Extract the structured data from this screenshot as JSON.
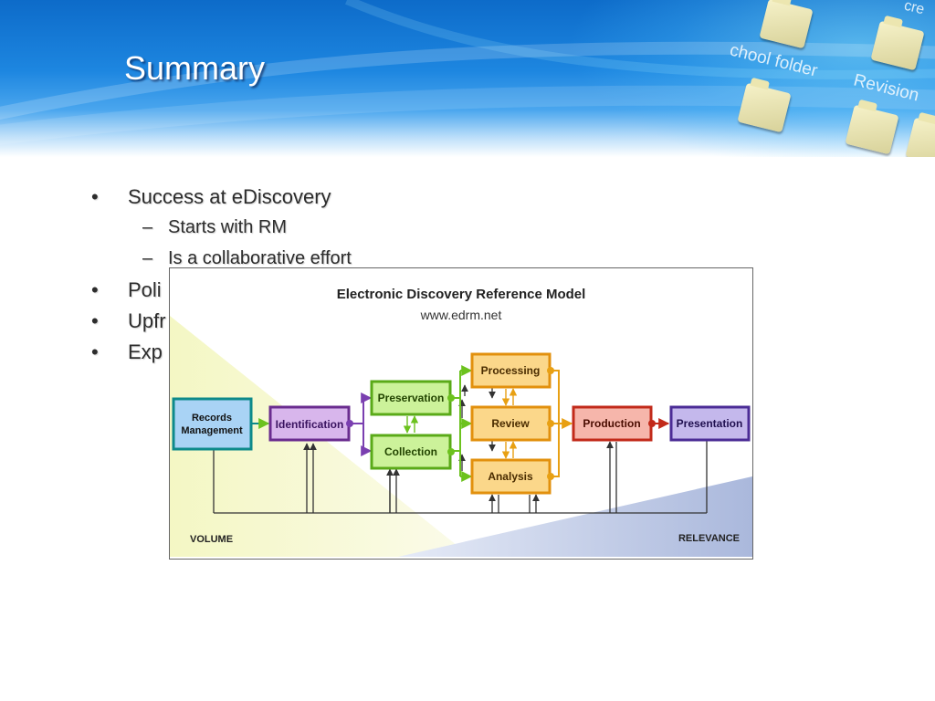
{
  "slide": {
    "title": "Summary",
    "bullets": [
      {
        "level": 1,
        "text": "Success at eDiscovery"
      },
      {
        "level": 2,
        "text": "Starts with RM"
      },
      {
        "level": 2,
        "text": "Is a collaborative effort"
      },
      {
        "level": 1,
        "text": "Poli"
      },
      {
        "level": 1,
        "text": "Upfr"
      },
      {
        "level": 1,
        "text": "Exp"
      }
    ],
    "bullet_marks": {
      "level1": "•",
      "level2": "–"
    }
  },
  "header_decor": {
    "labels": [
      "chool folder",
      "Revision",
      "cre"
    ],
    "icons": [
      "folder-icon",
      "folder-icon",
      "folder-icon",
      "folder-icon",
      "folder-icon"
    ]
  },
  "diagram": {
    "title": "Electronic Discovery Reference Model",
    "url": "www.edrm.net",
    "nodes": {
      "records": [
        "Records",
        "Management"
      ],
      "identification": "Identification",
      "preservation": "Preservation",
      "collection": "Collection",
      "processing": "Processing",
      "review": "Review",
      "analysis": "Analysis",
      "production": "Production",
      "presentation": "Presentation"
    },
    "axis": {
      "left": "VOLUME",
      "right": "RELEVANCE"
    },
    "colors": {
      "records_fill": "#a9d3f5",
      "records_border": "#0d8a8a",
      "identification_fill": "#d8b6ec",
      "identification_border": "#6a2c8f",
      "green_fill": "#ccf29a",
      "green_border": "#5aaa18",
      "orange_fill": "#fbd78a",
      "orange_border": "#e2900d",
      "production_fill": "#f6b6ab",
      "production_border": "#c22a1a",
      "presentation_fill": "#c4b8ec",
      "presentation_border": "#4b2c96"
    }
  }
}
